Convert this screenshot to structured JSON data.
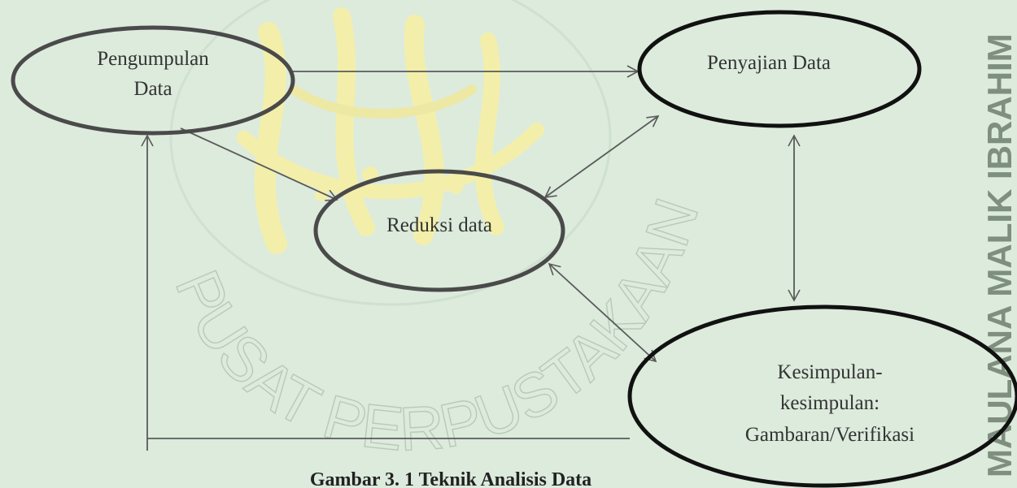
{
  "watermark": {
    "side_text": "MAULANA MALIK IBRAHIM",
    "arc_text": "PUSAT PERPUSTAKAAN"
  },
  "nodes": {
    "pengumpulan": {
      "line1": "Pengumpulan",
      "line2": "Data"
    },
    "penyajian": {
      "line1": "Penyajian Data"
    },
    "reduksi": {
      "line1": "Reduksi data"
    },
    "kesimpulan": {
      "line1": "Kesimpulan-",
      "line2": "kesimpulan:",
      "line3": "Gambaran/Verifikasi"
    }
  },
  "caption": "Gambar 3. 1 Teknik Analisis Data",
  "colors": {
    "background": "#dcebdc",
    "logo": "#f5f0a8",
    "ellipse_stroke": "#4a4a4a",
    "arrow_stroke": "#5a5a5a"
  },
  "icons": [
    "watermark-logo-icon"
  ]
}
